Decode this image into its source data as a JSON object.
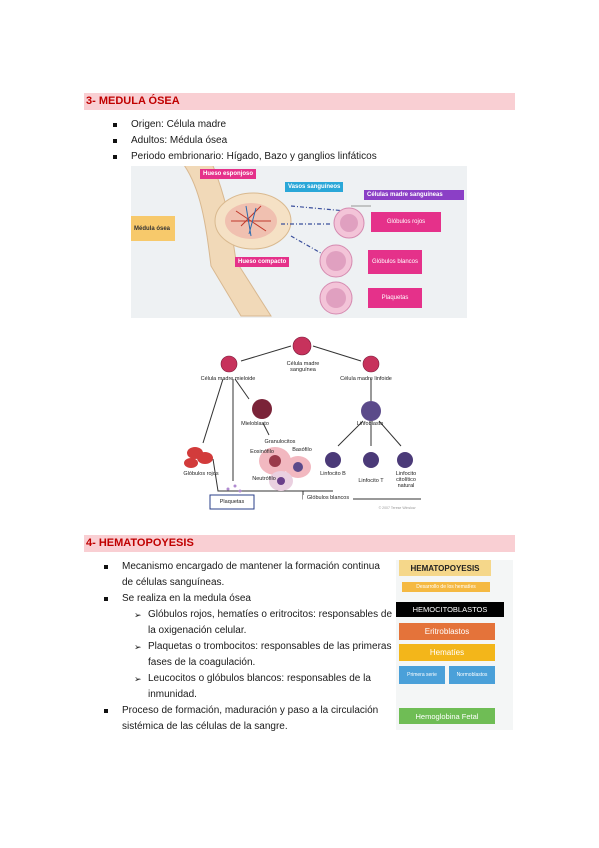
{
  "section3": {
    "title": "3- MEDULA ÓSEA",
    "bullets": [
      "Origen: Célula madre",
      "Adultos: Médula ósea",
      "Periodo embrionario: Hígado, Bazo y ganglios linfáticos"
    ]
  },
  "figure_bone": {
    "hueso_esponjoso": "Hueso esponjoso",
    "vasos_sanguineos": "Vasos sanguíneos",
    "medula_osea": "Médula ósea",
    "celulas_madre": "Células madre sanguíneas",
    "hueso_compacto": "Hueso compacto",
    "globulos_rojos": "Glóbulos rojos",
    "globulos_blancos": "Glóbulos blancos",
    "plaquetas": "Plaquetas"
  },
  "figure_tree": {
    "celula_madre_sanguinea": "Célula madre sanguínea",
    "celula_madre_mieloide": "Célula madre mieloide",
    "celula_madre_linfoide": "Célula madre linfoide",
    "mieloblasto": "Mieloblasto",
    "linfoblasto": "Linfoblasto",
    "granulocitos": "Granulocitos",
    "eosinofilo": "Eosinófilo",
    "basofilo": "Basófilo",
    "neutrofilo": "Neutrófilo",
    "globulos_rojos": "Glóbulos rojos",
    "plaquetas": "Plaquetas",
    "linfocito_b": "Linfocito B",
    "linfocito_t": "Linfocito T",
    "linfocito_nk": "Linfocito citolítico natural",
    "globulos_blancos": "Glóbulos blancos",
    "copyright": "© 2007 Terese Winslow"
  },
  "section4": {
    "title": "4- HEMATOPOYESIS",
    "bullet1": "Mecanismo encargado de mantener la formación continua de células sanguíneas.",
    "bullet2": "Se realiza en la medula ósea",
    "sub": [
      "Glóbulos rojos, hematíes o eritrocitos: responsables de la oxigenación celular.",
      "Plaquetas o trombocitos: responsables de las primeras fases de la coagulación.",
      "Leucocitos o glóbulos blancos: responsables de la inmunidad."
    ],
    "bullet3": "Proceso de formación, maduración y paso a la circulación sistémica de las células de la sangre."
  },
  "figure_panel": {
    "title": "HEMATOPOYESIS",
    "subtitle": "Desarrollo de los hematíes",
    "hemocitoblastos": "HEMOCITOBLASTOS",
    "eritroblastos": "Eritroblastos",
    "hematies": "Hematíes",
    "primera_serie": "Primera serie",
    "normoblastos": "Normoblastos",
    "hemoglobina_fetal": "Hemoglobina Fetal"
  }
}
